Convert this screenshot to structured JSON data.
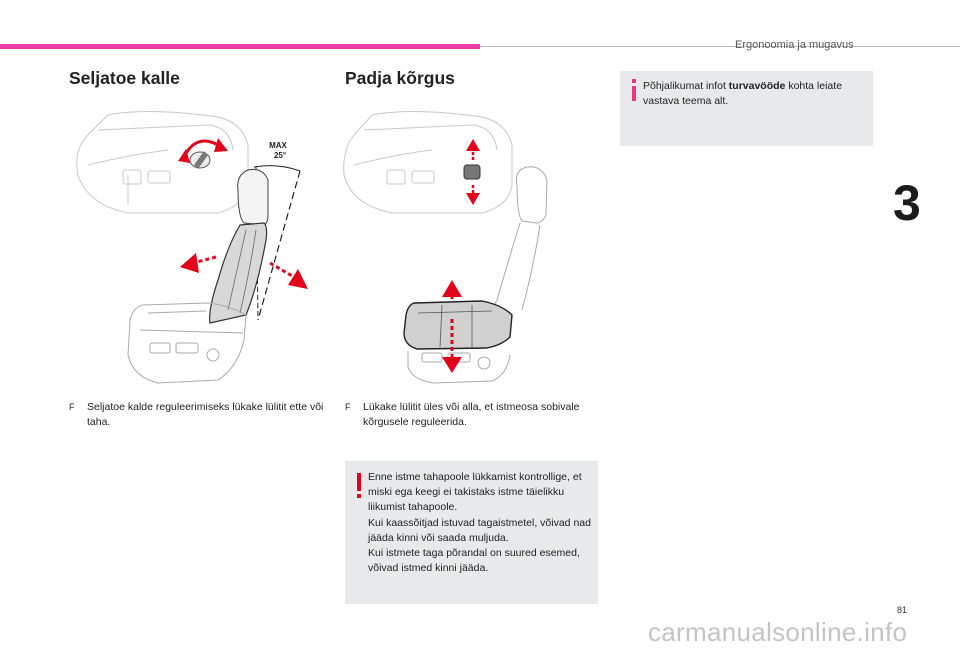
{
  "header": {
    "chapter_title": "Ergonoomia ja mugavus",
    "chapter_number": "3",
    "accent_color": "#ef3ba7"
  },
  "left_section": {
    "title": "Seljatoe kalle",
    "figure": {
      "label_max": "MAX",
      "label_angle": "25°"
    },
    "bullet_mark": "F",
    "bullet_text": "Seljatoe kalde reguleerimiseks lükake lülitit ette või taha."
  },
  "mid_section": {
    "title": "Padja kõrgus",
    "bullet_mark": "F",
    "bullet_text": "Lükake lülitit üles või alla, et istmeosa sobivale kõrgusele reguleerida.",
    "warning": {
      "icon": "exclamation-icon",
      "icon_color": "#e2001a",
      "text": "Enne istme tahapoole lükkamist kontrollige, et miski ega keegi ei takistaks istme täielikku liikumist tahapoole.\nKui kaassõitjad istuvad tagaistmetel, võivad nad jääda kinni või saada muljuda.\nKui istmete taga põrandal on suured esemed, võivad istmed kinni jääda."
    }
  },
  "info_box": {
    "icon": "info-icon",
    "icon_color": "#e8397f",
    "text_before": "Põhjalikumat infot ",
    "text_bold": "turvavööde",
    "text_after": " kohta leiate vastava teema alt."
  },
  "footer": {
    "page_number": "81",
    "watermark": "carmanualsonline.info"
  }
}
